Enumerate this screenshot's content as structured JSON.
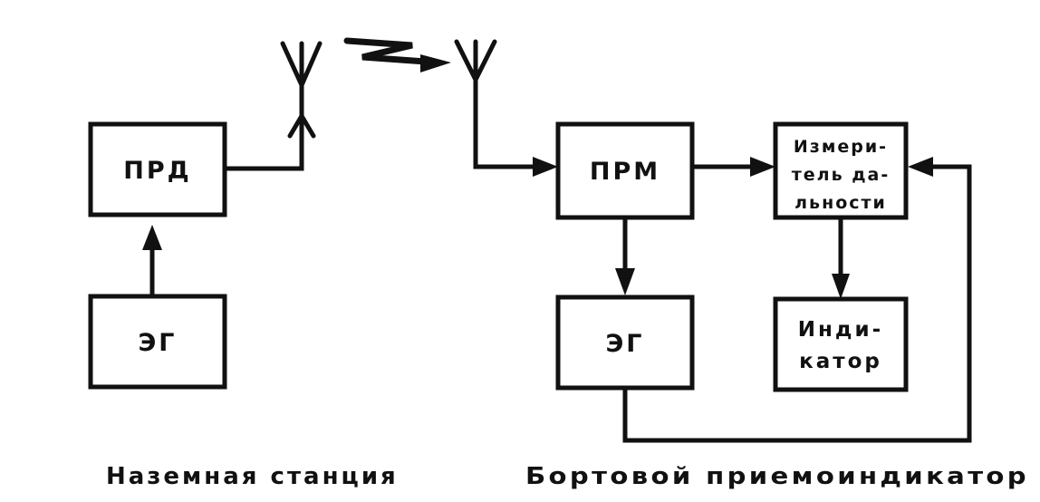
{
  "blocks": {
    "prd": "ПРД",
    "eg_ground": "ЭГ",
    "prm": "ПРМ",
    "eg_onboard": "ЭГ",
    "meter_line1": "Измери-",
    "meter_line2": "тель да-",
    "meter_line3": "льности",
    "indicator_line1": "Инди-",
    "indicator_line2": "катор"
  },
  "captions": {
    "ground_station": "Наземная станция",
    "onboard": "Бортовой приемоиндикатор"
  }
}
